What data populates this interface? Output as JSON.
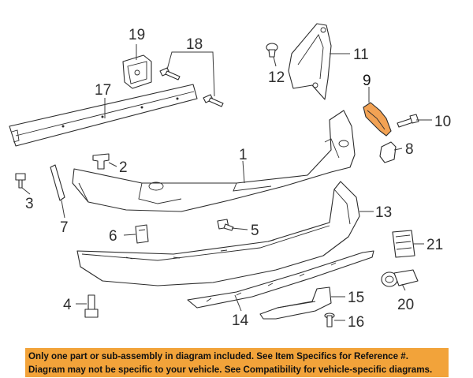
{
  "diagram": {
    "labels": [
      {
        "key": "1",
        "text": "1"
      },
      {
        "key": "2",
        "text": "2"
      },
      {
        "key": "3",
        "text": "3"
      },
      {
        "key": "4",
        "text": "4"
      },
      {
        "key": "5",
        "text": "5"
      },
      {
        "key": "6",
        "text": "6"
      },
      {
        "key": "7",
        "text": "7"
      },
      {
        "key": "8",
        "text": "8"
      },
      {
        "key": "9",
        "text": "9"
      },
      {
        "key": "10",
        "text": "10"
      },
      {
        "key": "11",
        "text": "11"
      },
      {
        "key": "12",
        "text": "12"
      },
      {
        "key": "13",
        "text": "13"
      },
      {
        "key": "14",
        "text": "14"
      },
      {
        "key": "15",
        "text": "15"
      },
      {
        "key": "16",
        "text": "16"
      },
      {
        "key": "17",
        "text": "17"
      },
      {
        "key": "18",
        "text": "18"
      },
      {
        "key": "19",
        "text": "19"
      },
      {
        "key": "20",
        "text": "20"
      },
      {
        "key": "21",
        "text": "21"
      }
    ],
    "highlight_color": "#f2a254"
  },
  "footer": {
    "line1": "Only one part or sub-assembly in diagram included. See Item Specifics for Reference #.",
    "line2": "Diagram may not be specific to your vehicle. See Compatibility for vehicle-specific diagrams.",
    "background": "#f2a33a"
  }
}
